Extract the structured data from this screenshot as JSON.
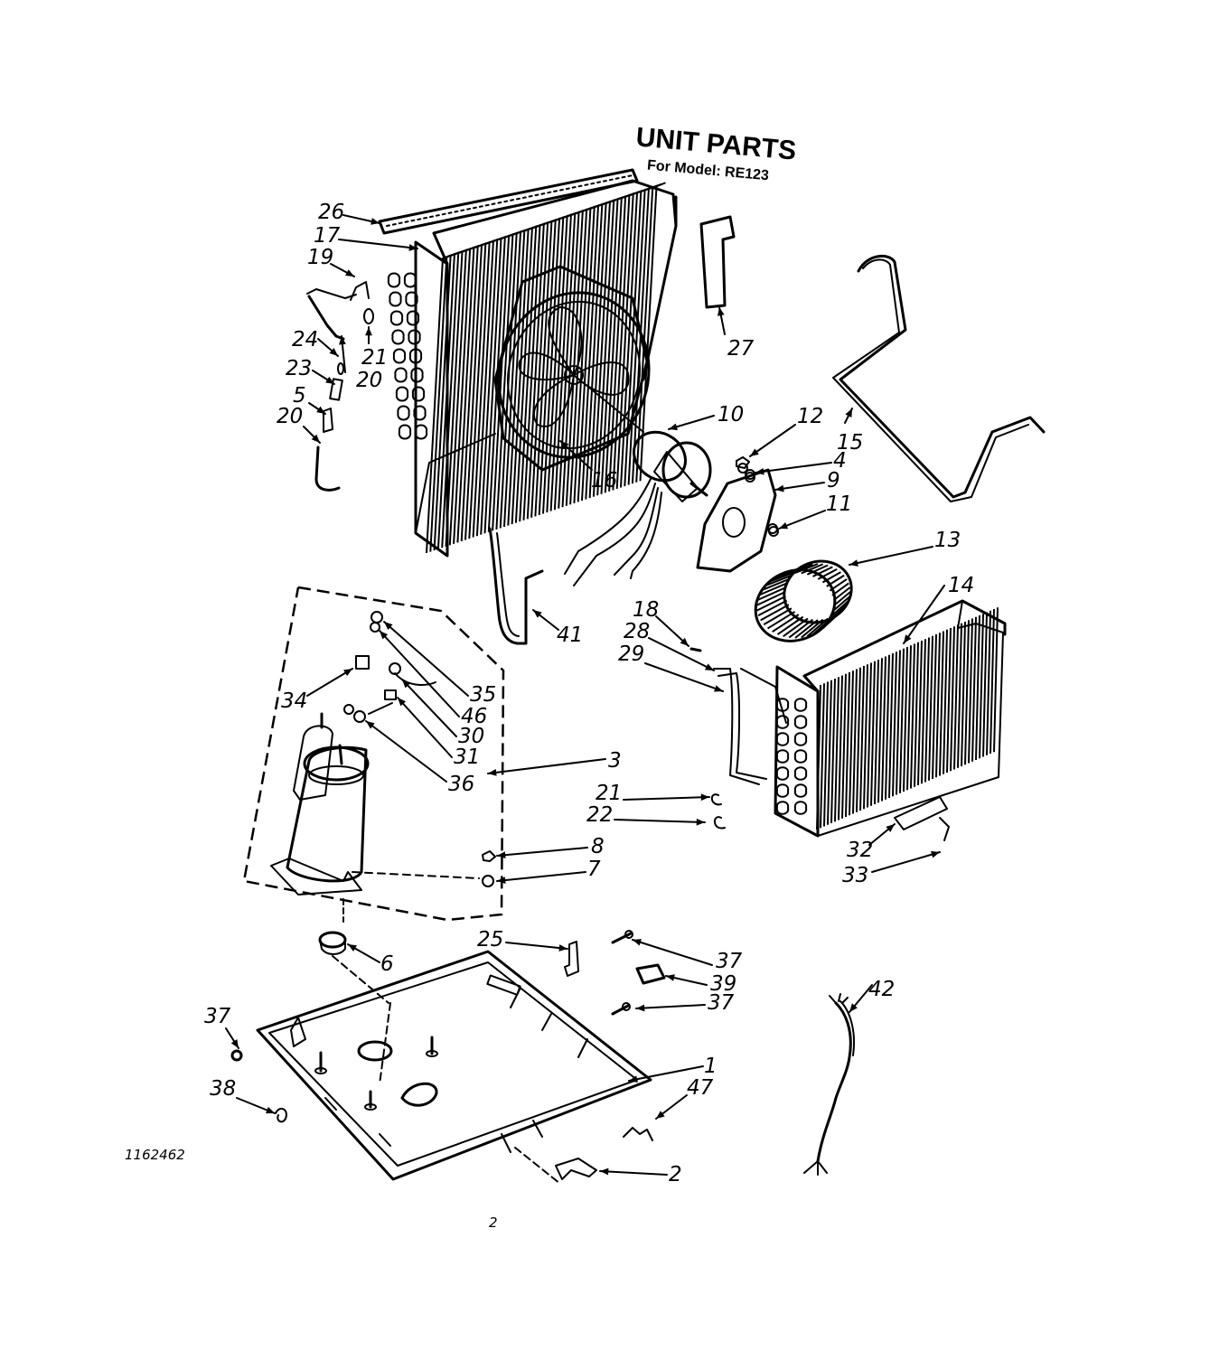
{
  "header": {
    "title": "UNIT PARTS",
    "subtitle": "For Model: RE123"
  },
  "footer": {
    "diagram_number": "1162462",
    "page_number": "2"
  },
  "part_labels": [
    "26",
    "17",
    "19",
    "21",
    "24",
    "20",
    "23",
    "5",
    "20",
    "27",
    "10",
    "12",
    "15",
    "4",
    "9",
    "16",
    "11",
    "13",
    "41",
    "14",
    "18",
    "28",
    "29",
    "35",
    "46",
    "34",
    "30",
    "31",
    "36",
    "3",
    "21",
    "22",
    "32",
    "33",
    "8",
    "7",
    "25",
    "37",
    "6",
    "39",
    "37",
    "37",
    "42",
    "1",
    "38",
    "47",
    "2"
  ]
}
